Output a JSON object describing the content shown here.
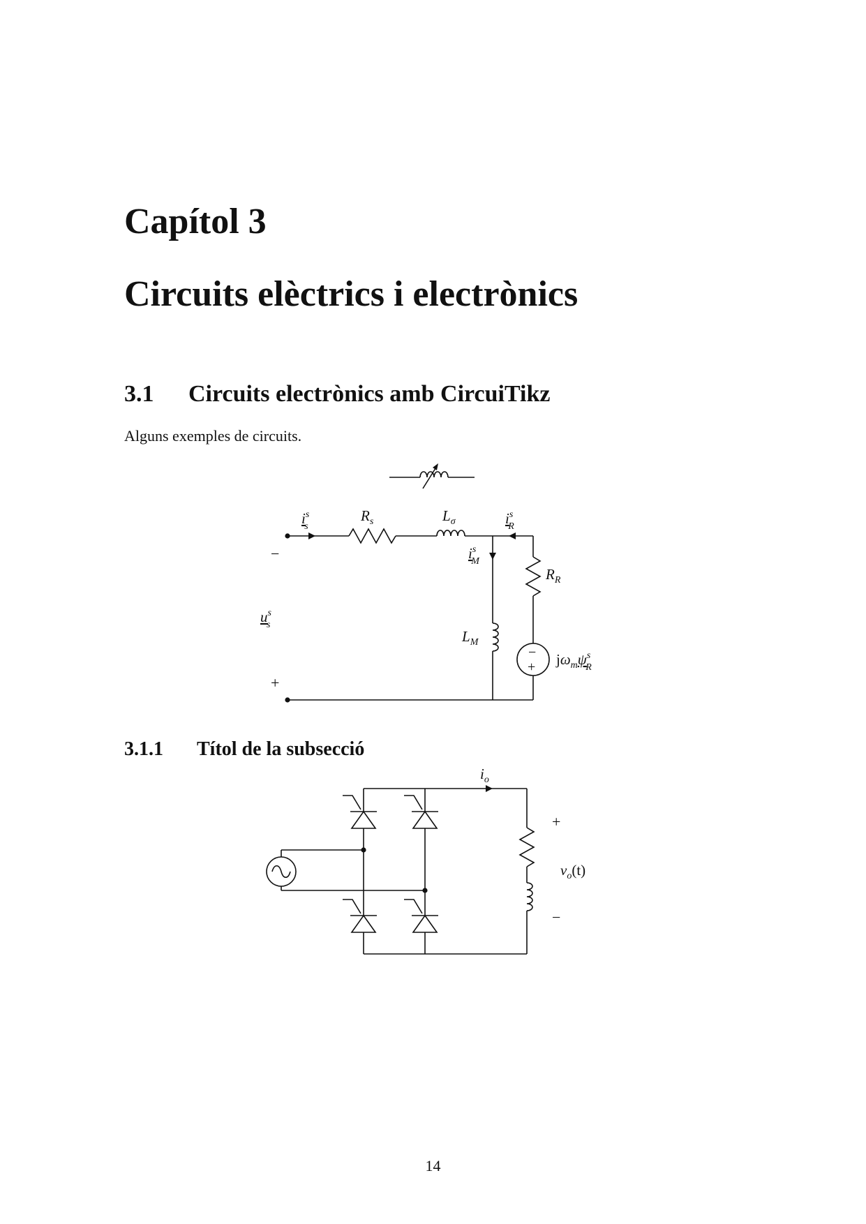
{
  "chapter": {
    "label": "Capítol 3",
    "title": "Circuits elèctrics i electrònics"
  },
  "section": {
    "number": "3.1",
    "title": "Circuits electrònics amb CircuiTikz",
    "intro": "Alguns exemples de circuits."
  },
  "circuit1": {
    "labels": {
      "is_var": "i",
      "is_sup": "s",
      "is_sub": "s",
      "rs_var": "R",
      "rs_sub": "s",
      "ls_var": "L",
      "ls_sub": "σ",
      "ir_var": "i",
      "ir_sup": "s",
      "ir_sub": "R",
      "im_var": "i",
      "im_sup": "s",
      "im_sub": "M",
      "rr_var": "R",
      "rr_sub": "R",
      "lm_var": "L",
      "lm_sub": "M",
      "us_var": "u",
      "us_sup": "s",
      "us_sub": "s",
      "minus": "−",
      "plus": "+",
      "src_j": "j",
      "src_omega": "ω",
      "src_m": "m",
      "src_psi": "ψ",
      "src_sup": "s",
      "src_sub": "R"
    }
  },
  "subsection": {
    "number": "3.1.1",
    "title": "Títol de la subsecció"
  },
  "circuit2": {
    "labels": {
      "io_var": "i",
      "io_sub": "o",
      "plus": "+",
      "minus": "−",
      "vo_var": "v",
      "vo_sub": "o",
      "vo_arg": "(t)"
    }
  },
  "page": {
    "number": "14"
  }
}
